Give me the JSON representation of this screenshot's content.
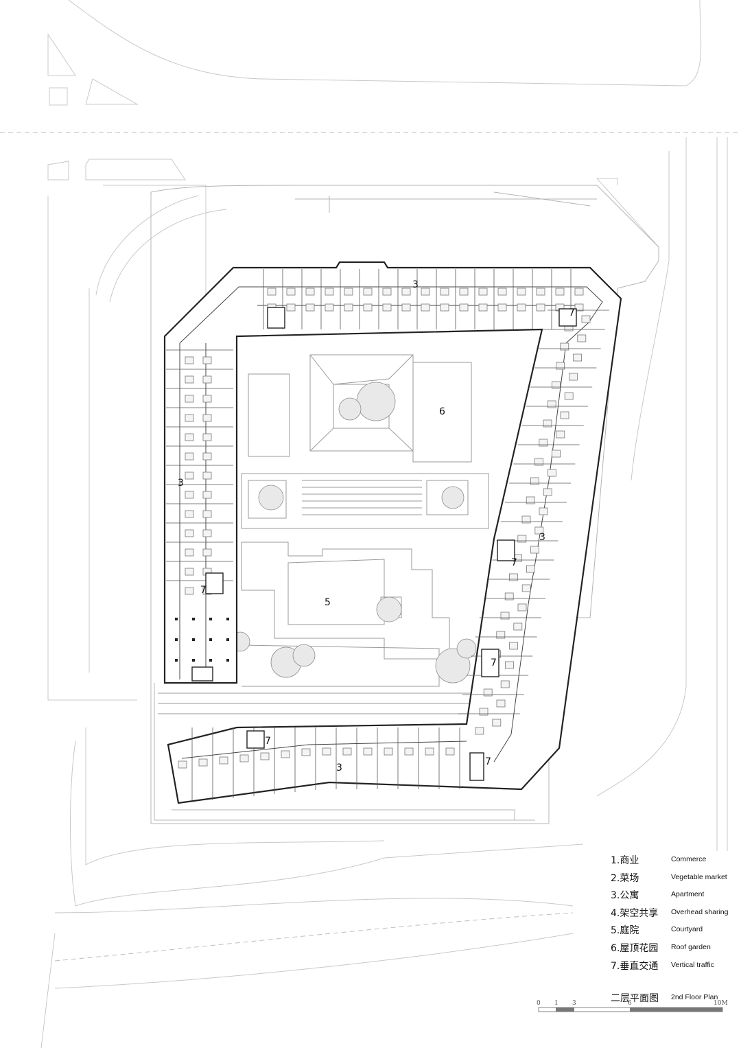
{
  "plan_labels": {
    "apt_top": "3",
    "apt_left": "3",
    "apt_right": "3",
    "apt_bottom": "3",
    "roof_garden": "6",
    "courtyard": "5",
    "vt_left": "7",
    "vt_topright": "7",
    "vt_mid1": "7",
    "vt_mid2": "7",
    "vt_bottom1": "7",
    "vt_bottom2": "7"
  },
  "legend": {
    "items": [
      {
        "zh": "1.商业",
        "en": "Commerce"
      },
      {
        "zh": "2.菜场",
        "en": "Vegetable market"
      },
      {
        "zh": "3.公寓",
        "en": "Apartment"
      },
      {
        "zh": "4.架空共享",
        "en": "Overhead sharing"
      },
      {
        "zh": "5.庭院",
        "en": "Courtyard"
      },
      {
        "zh": "6.屋顶花园",
        "en": "Roof garden"
      },
      {
        "zh": "7.垂直交通",
        "en": "Vertical traffic"
      }
    ],
    "title_zh": "二层平面图",
    "title_en": "2nd Floor Plan"
  },
  "scale_bar": {
    "ticks": [
      "0",
      "1",
      "3",
      "6",
      "10M"
    ]
  }
}
